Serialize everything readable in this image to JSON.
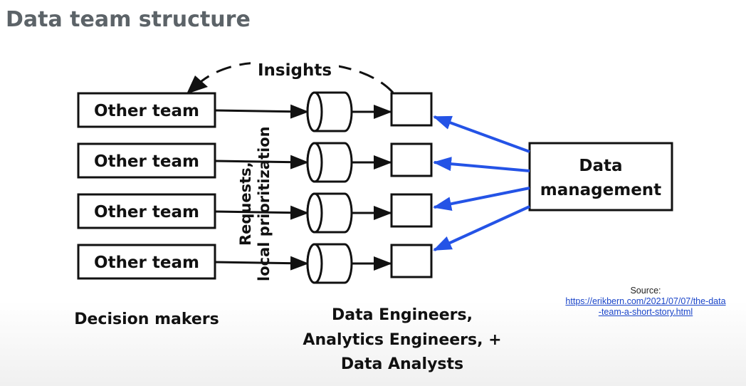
{
  "title": "Data team structure",
  "teams": [
    {
      "label": "Other team"
    },
    {
      "label": "Other team"
    },
    {
      "label": "Other team"
    },
    {
      "label": "Other team"
    }
  ],
  "insights_label": "Insights",
  "requests_label": {
    "line1": "Requests,",
    "line2": "local prioritization"
  },
  "data_management": {
    "line1": "Data",
    "line2": "management"
  },
  "captions": {
    "left": "Decision makers",
    "middle": [
      "Data Engineers,",
      "Analytics Engineers, +",
      "Data Analysts"
    ]
  },
  "source": {
    "label": "Source:",
    "link_line1": "https://erikbern.com/2021/07/07/the-data",
    "link_line2": "-team-a-short-story.html"
  },
  "colors": {
    "title": "#5c6368",
    "arrow_blue": "#2453e6",
    "stroke": "#111111"
  }
}
